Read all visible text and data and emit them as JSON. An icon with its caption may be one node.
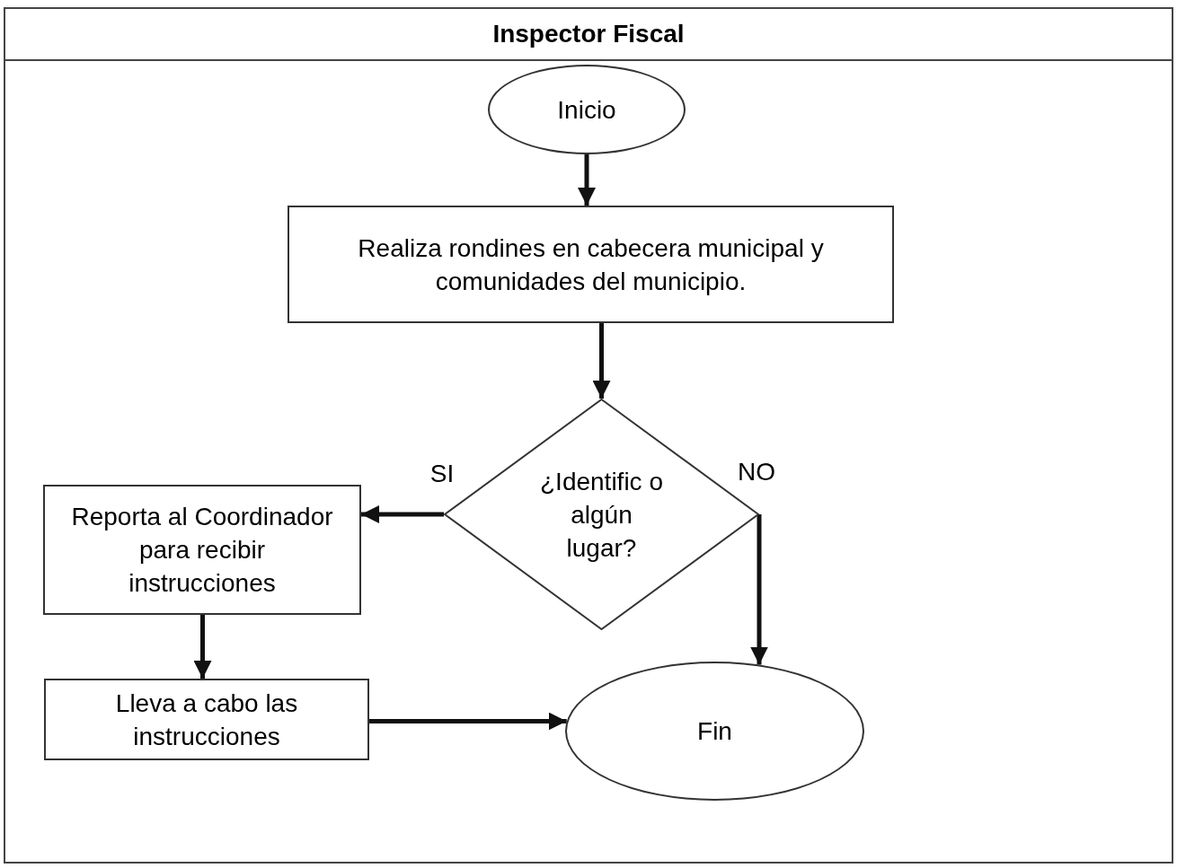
{
  "diagram": {
    "nodes": [
      {
        "text": [
          "Inspector Fiscal"
        ]
      },
      {
        "text": [
          "Inicio"
        ],
        "in": 0
      },
      {
        "text": [
          "Realiza rondines en cabecera municipal y comunidades del municipio."
        ],
        "in": 0
      },
      {
        "text": [
          "¿Identific o algún lugar?"
        ],
        "in": 0
      },
      {
        "text": [
          "Reporta al Coordinador para recibir instrucciones"
        ],
        "in": 0
      },
      {
        "text": [
          "Lleva a cabo las instrucciones"
        ],
        "in": 0
      },
      {
        "text": [
          "Fin"
        ],
        "in": 0
      }
    ],
    "edges": [
      {
        "from": 1,
        "to": 2,
        "arrow": "to"
      },
      {
        "from": 2,
        "to": 3,
        "arrow": "to"
      },
      {
        "from": 3,
        "to": 4,
        "arrow": "to",
        "label": "SI"
      },
      {
        "from": 3,
        "to": 6,
        "arrow": "to",
        "label": "NO"
      },
      {
        "from": 4,
        "to": 5,
        "arrow": "to"
      },
      {
        "from": 5,
        "to": 6,
        "arrow": "to"
      }
    ]
  }
}
